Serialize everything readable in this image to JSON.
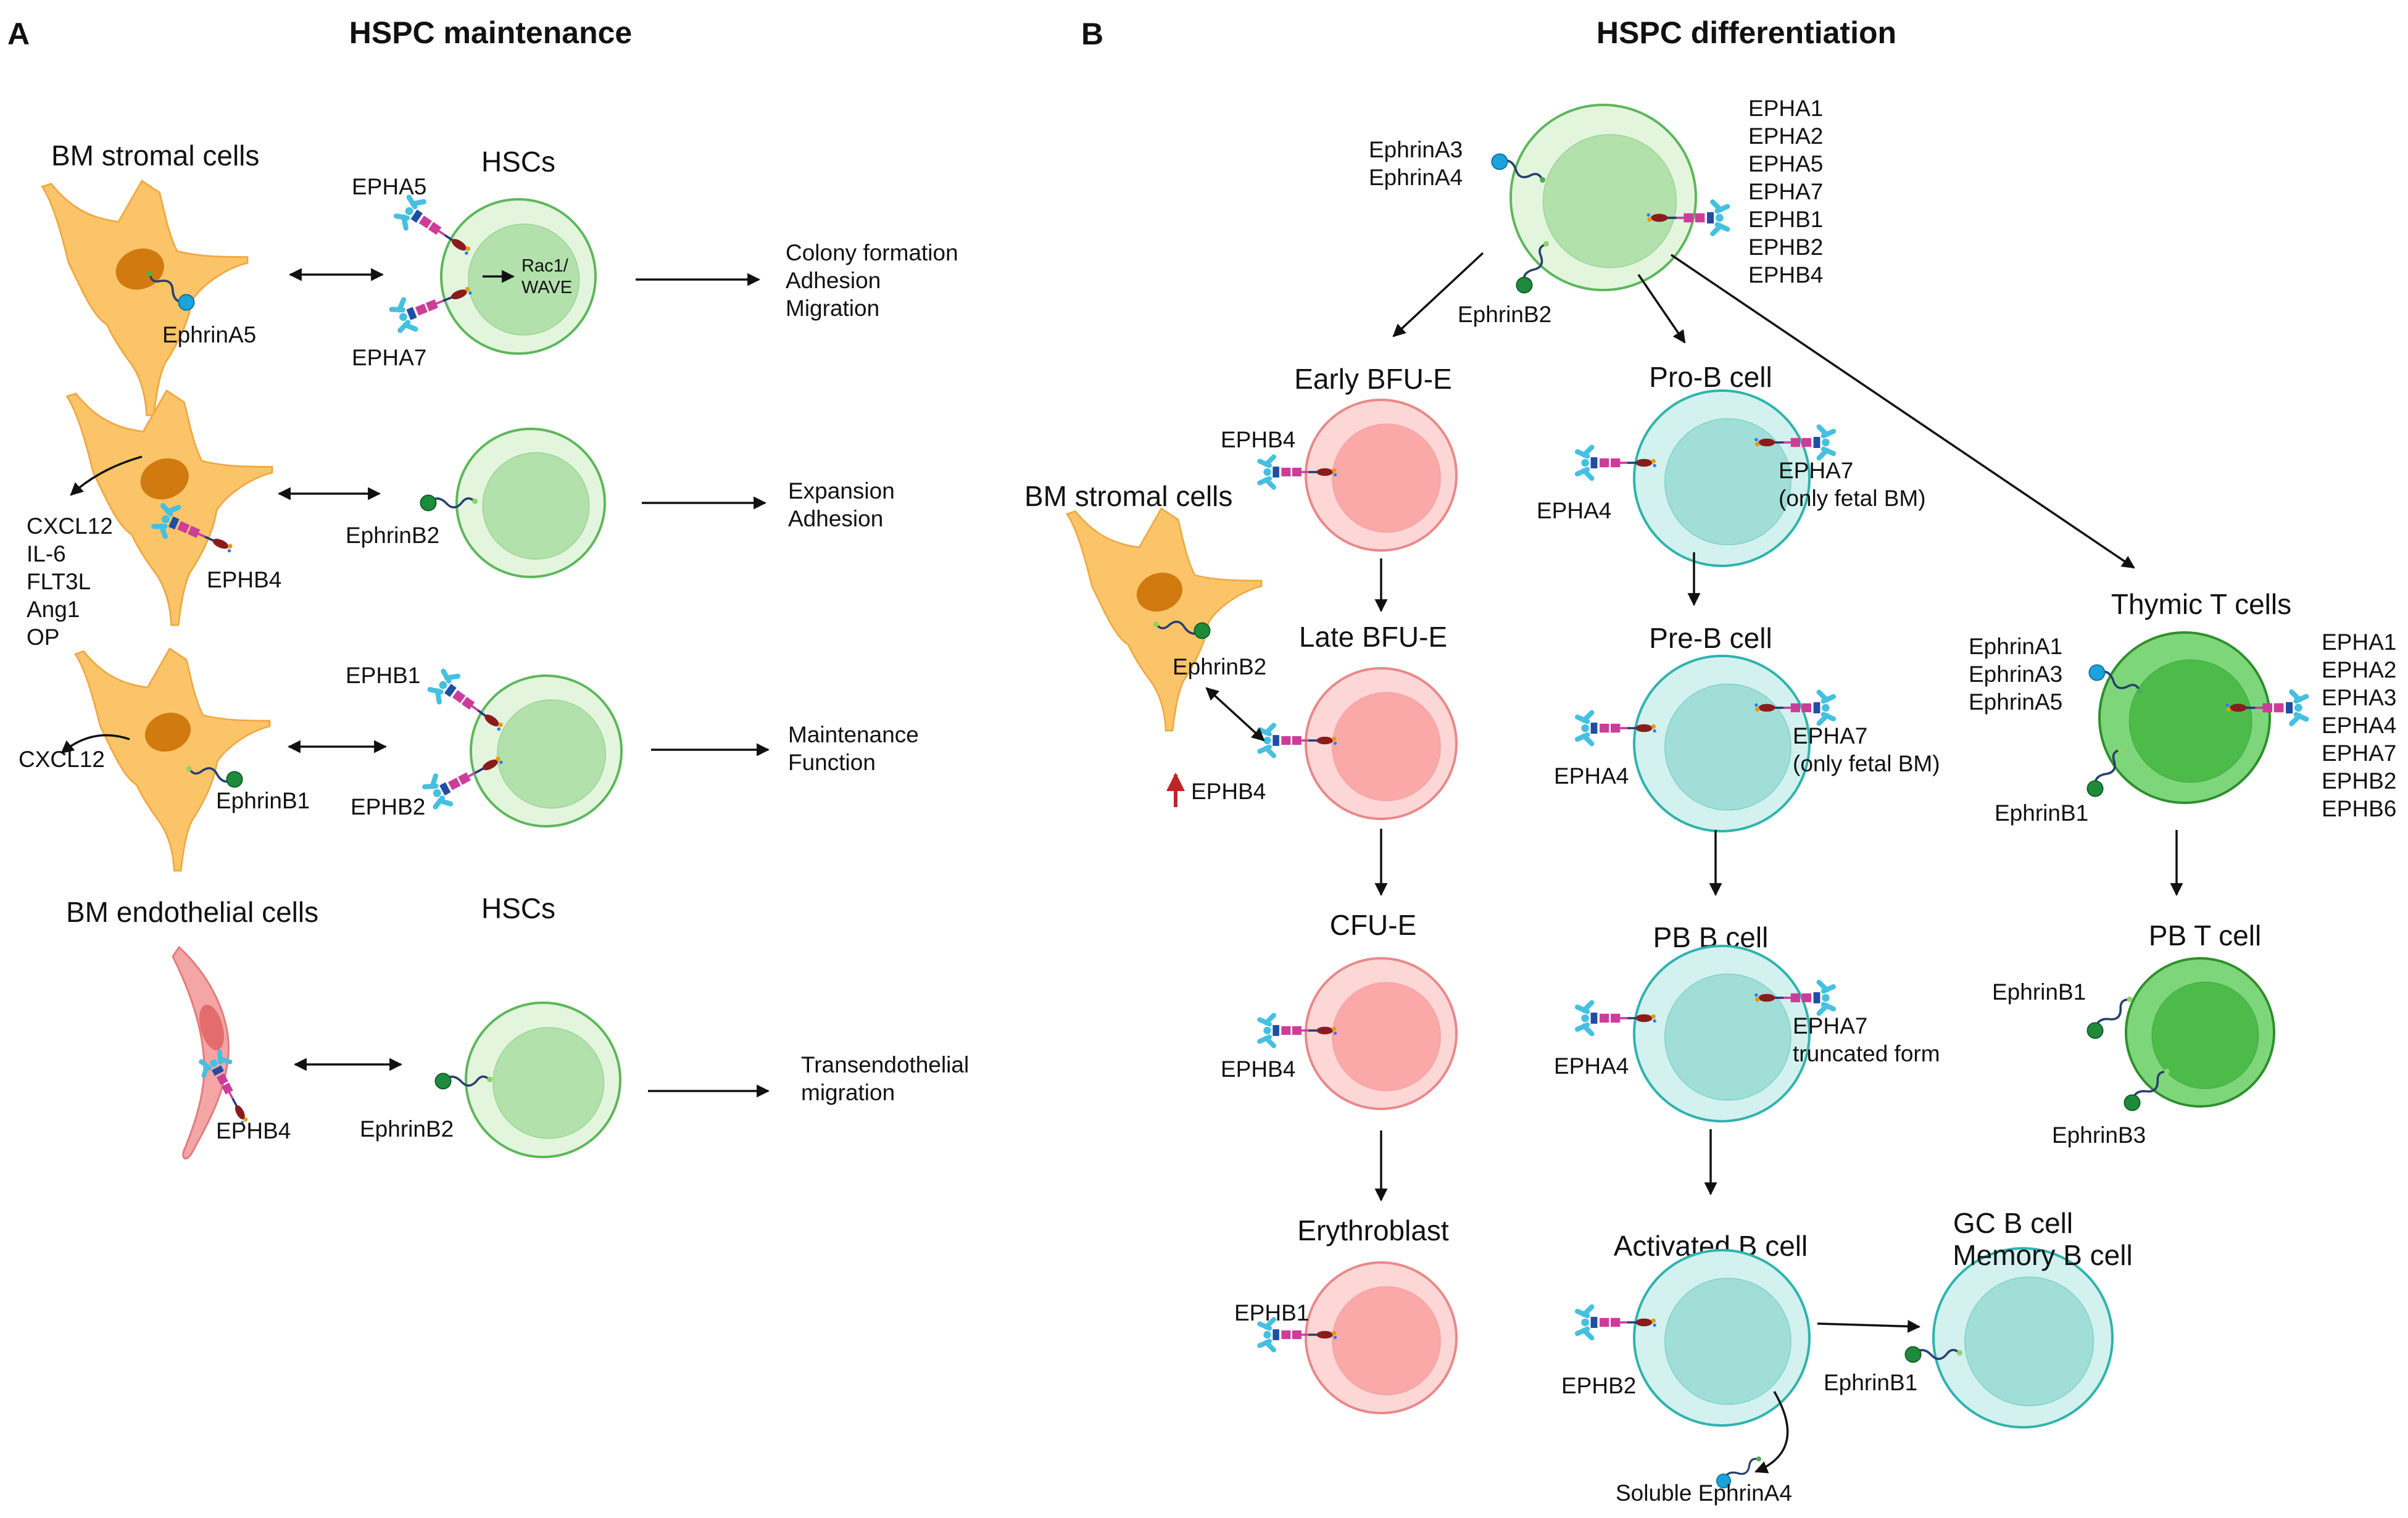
{
  "panel_a": {
    "letter": "A",
    "title": "HSPC maintenance",
    "row1": {
      "stromal_label": "BM stromal cells",
      "hsc_label": "HSCs",
      "ligand": "EphrinA5",
      "receptor_top": "EPHA5",
      "receptor_bottom": "EPHA7",
      "signal_line1": "Rac1/",
      "signal_line2": "WAVE",
      "outcomes": [
        "Colony formation",
        "Adhesion",
        "Migration"
      ]
    },
    "row2": {
      "secreted": [
        "CXCL12",
        "IL-6",
        "FLT3L",
        "Ang1",
        "OP"
      ],
      "receptor": "EPHB4",
      "ligand": "EphrinB2",
      "outcomes": [
        "Expansion",
        "Adhesion"
      ]
    },
    "row3": {
      "secreted": "CXCL12",
      "ligand": "EphrinB1",
      "receptor_top": "EPHB1",
      "receptor_bottom": "EPHB2",
      "outcomes": [
        "Maintenance",
        "Function"
      ]
    },
    "row4": {
      "endothelial_label": "BM endothelial cells",
      "hsc_label": "HSCs",
      "receptor": "EPHB4",
      "ligand": "EphrinB2",
      "outcomes": [
        "Transendothelial",
        "migration"
      ]
    }
  },
  "panel_b": {
    "letter": "B",
    "title": "HSPC differentiation",
    "top": {
      "ligands": [
        "EphrinA3",
        "EphrinA4"
      ],
      "receptors": [
        "EPHA1",
        "EPHA2",
        "EPHA5",
        "EPHA7",
        "EPHB1",
        "EPHB2",
        "EPHB4"
      ],
      "ligand_bottom": "EphrinB2"
    },
    "erythroid": {
      "stromal_label": "BM stromal cells",
      "stromal_ligand": "EphrinB2",
      "up_label": "EPHB4",
      "stages": [
        {
          "name": "Early BFU-E",
          "receptor": "EPHB4"
        },
        {
          "name": "Late BFU-E",
          "receptor": ""
        },
        {
          "name": "CFU-E",
          "receptor": "EPHB4"
        },
        {
          "name": "Erythroblast",
          "receptor": "EPHB1"
        }
      ]
    },
    "bcell": {
      "stages": [
        {
          "name": "Pro-B cell",
          "left": "EPHA4",
          "right1": "EPHA7",
          "right2": "(only fetal BM)"
        },
        {
          "name": "Pre-B cell",
          "left": "EPHA4",
          "right1": "EPHA7",
          "right2": "(only fetal BM)"
        },
        {
          "name": "PB B cell",
          "left": "EPHA4",
          "right1": "EPHA7",
          "right2": "truncated form"
        },
        {
          "name": "Activated B cell",
          "left": "EPHB2",
          "right1": "",
          "right2": ""
        }
      ],
      "soluble": "Soluble EphrinA4",
      "gc_line1": "GC  B cell",
      "gc_line2": "Memory B cell",
      "gc_ligand": "EphrinB1"
    },
    "tcell": {
      "thymic_label": "Thymic T cells",
      "thymic_ligands": [
        "EphrinA1",
        "EphrinA3",
        "EphrinA5"
      ],
      "thymic_ligand_bottom": "EphrinB1",
      "thymic_receptors": [
        "EPHA1",
        "EPHA2",
        "EPHA3",
        "EPHA4",
        "EPHA7",
        "EPHB2",
        "EPHB6"
      ],
      "pb_label": "PB T cell",
      "pb_ligand_top": "EphrinB1",
      "pb_ligand_bottom": "EphrinB3"
    }
  },
  "colors": {
    "green_outer": "#e4f5de",
    "green_inner": "#b2e1ab",
    "green_stroke": "#5cb75a",
    "red_outer": "#fdd6d6",
    "red_inner": "#fba8a8",
    "red_stroke": "#e88888",
    "teal_outer": "#d3f1ee",
    "teal_inner": "#a2ded8",
    "teal_stroke": "#2fb3ad",
    "dgreen_outer": "#7ed67a",
    "dgreen_inner": "#4cbb4a",
    "dgreen_stroke": "#2e8f2c",
    "stromal": "#fcc468",
    "nucleus": "#d07a10",
    "receptor": "#cc3d9a",
    "ephrin_a": "#1aa3dd",
    "ephrin_b": "#1e8a3c"
  }
}
